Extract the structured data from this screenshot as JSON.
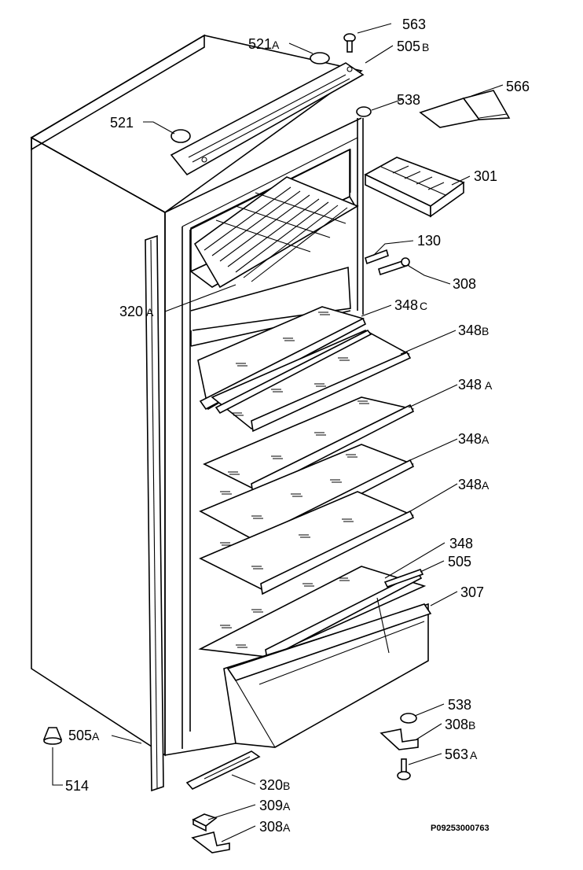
{
  "callouts": [
    {
      "id": "c563",
      "num": "563",
      "suffix": ""
    },
    {
      "id": "c521a",
      "num": "521",
      "suffix": "A"
    },
    {
      "id": "c505b",
      "num": "505",
      "suffix": "B"
    },
    {
      "id": "c538t",
      "num": "538",
      "suffix": ""
    },
    {
      "id": "c566",
      "num": "566",
      "suffix": ""
    },
    {
      "id": "c521",
      "num": "521",
      "suffix": ""
    },
    {
      "id": "c301",
      "num": "301",
      "suffix": ""
    },
    {
      "id": "c130",
      "num": "130",
      "suffix": ""
    },
    {
      "id": "c308",
      "num": "308",
      "suffix": ""
    },
    {
      "id": "c320a",
      "num": "320",
      "suffix": "A"
    },
    {
      "id": "c348c",
      "num": "348",
      "suffix": "C"
    },
    {
      "id": "c348b",
      "num": "348",
      "suffix": "B"
    },
    {
      "id": "c348a1",
      "num": "348",
      "suffix": "A"
    },
    {
      "id": "c348a2",
      "num": "348",
      "suffix": "A"
    },
    {
      "id": "c348a3",
      "num": "348",
      "suffix": "A"
    },
    {
      "id": "c348",
      "num": "348",
      "suffix": ""
    },
    {
      "id": "c505",
      "num": "505",
      "suffix": ""
    },
    {
      "id": "c307",
      "num": "307",
      "suffix": ""
    },
    {
      "id": "c538b",
      "num": "538",
      "suffix": ""
    },
    {
      "id": "c308b",
      "num": "308",
      "suffix": "B"
    },
    {
      "id": "c563a",
      "num": "563",
      "suffix": "A"
    },
    {
      "id": "c505a",
      "num": "505",
      "suffix": "A"
    },
    {
      "id": "c514",
      "num": "514",
      "suffix": ""
    },
    {
      "id": "c320b",
      "num": "320",
      "suffix": "B"
    },
    {
      "id": "c309a",
      "num": "309",
      "suffix": "A"
    },
    {
      "id": "c308a",
      "num": "308",
      "suffix": "A"
    }
  ],
  "drawing_ref": "P09253000763"
}
